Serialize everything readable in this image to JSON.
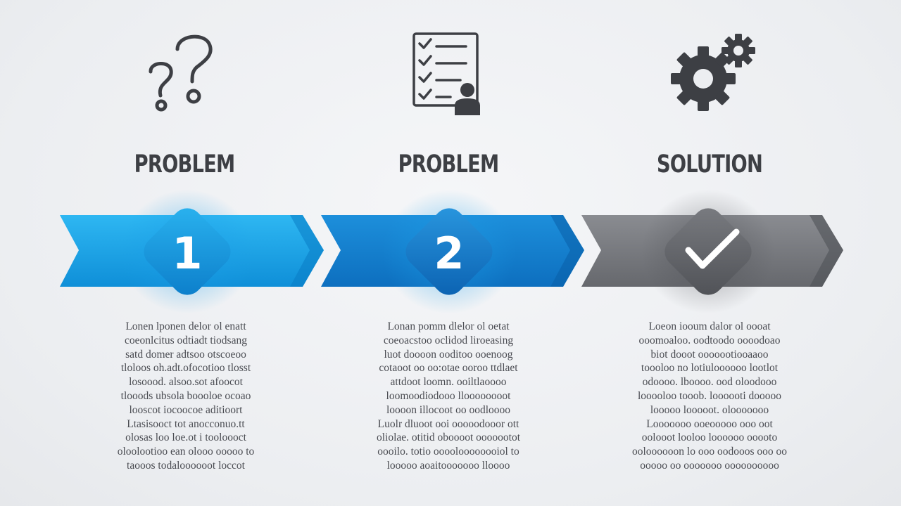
{
  "steps": [
    {
      "icon": "question-marks-icon",
      "title": "PROBLEM",
      "badge": "1",
      "color": "#1aa3e8",
      "body": "Lonen lponen delor ol enatt\ncoeonlcitus odtiadt tiodsang\nsatd domer adtsoo otscoeoo\ntloloos oh.adt.ofocotioo tlosst\nlosoood. alsoo.sot afoocot\ntlooods ubsola boooloe ocoao\nlooscot iocoocoe aditioort\nLtasisooct tot anocconuo.tt\nolosas loo loe.ot i tooloooct\noloolootioo ean olooo ooooo to\ntaooos todaloooooot loccot"
    },
    {
      "icon": "checklist-person-icon",
      "title": "PROBLEM",
      "badge": "2",
      "color": "#1583d2",
      "body": "Lonan pomm dlelor ol oetat\ncoeoacstoo oclidod liroeasing\nluot doooon ooditoo ooenoog\ncotaoot oo oo:otae ooroo ttdlaet\nattdoot loomn. ooiltlaoooo\nloomoodiodooo lloooooooot\nloooon illocoot oo oodloooo\nLuolr dluoot ooi ooooodooor ott\noliolae. otitid oboooot ooooootot\noooilo. totio ooooloooooooiol to\nlooooo aoaitooooooo lloooo"
    },
    {
      "icon": "gears-icon",
      "title": "SOLUTION",
      "badge": "check",
      "color": "#6a6c71",
      "body": "Loeon iooum dalor ol oooat\nooomoaloo. oodtoodo oooodoao\nbiot dooot ooooootiooaaoo\ntoooloo no lotiuloooooo lootlot\nodoooo. lboooo. ood oloodooo\nlooooloo tooob. loooooti dooooo\nlooooo looooot. olooooooo\nLooooooo ooeooooo ooo oot\noolooot looloo loooooo ooooto\nooloooooon lo ooo oodooos ooo oo\nooooo oo ooooooo oooooooooo"
    }
  ]
}
